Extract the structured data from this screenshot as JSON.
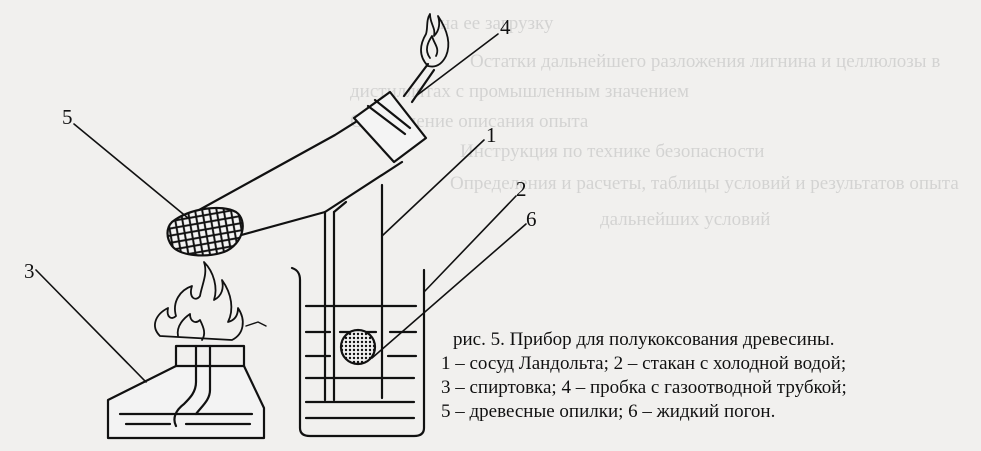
{
  "labels": {
    "n1": "1",
    "n2": "2",
    "n3": "3",
    "n4": "4",
    "n5": "5",
    "n6": "6"
  },
  "caption": {
    "title": "рис. 5. Прибор для полукоксования древесины.",
    "lines": [
      "1 – сосуд Ландольта; 2 – стакан с холодной водой;",
      "3 – спиртовка; 4 – пробка с газоотводной трубкой;",
      "5 – древесные опилки; 6 – жидкий погон."
    ]
  },
  "background_text": [
    "на ее загрузку",
    "Остатки дальнейшего разложения лигнина и целлюлозы в",
    "дистиллятах с промышленным значением",
    "Составление описания опыта",
    "Инструкция по технике безопасности",
    "Определения и расчеты, таблицы условий и результатов опыта",
    "дальнейших условий"
  ],
  "colors": {
    "ink": "#111111",
    "paper": "#f1f0ee",
    "faint_text": "#bcbcbc"
  }
}
